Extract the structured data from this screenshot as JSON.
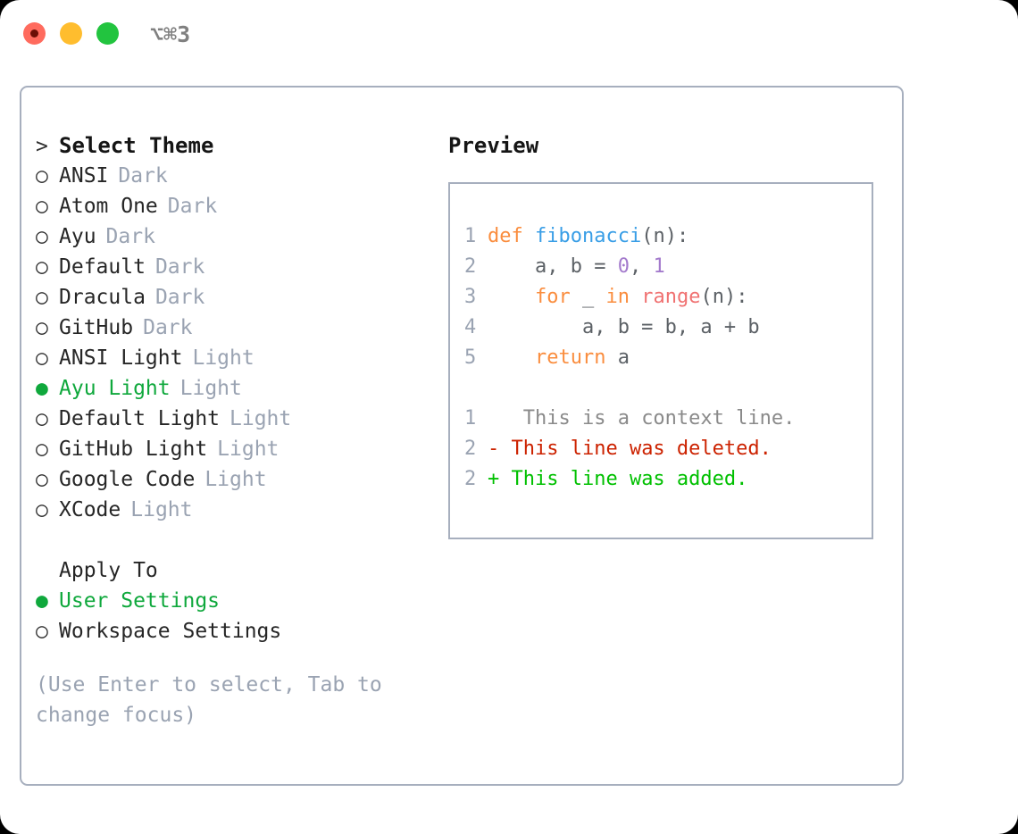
{
  "window": {
    "title": "⌥⌘3",
    "traffic_lights": [
      "close",
      "minimize",
      "maximize"
    ]
  },
  "colors": {
    "accent_green": "#0fa83c",
    "muted": "#9aa3b2",
    "border": "#a7afbe",
    "keyword": "#fa8d3e",
    "function": "#399ee6",
    "number": "#a37acc",
    "call": "#f07171",
    "diff_delete": "#cc2200",
    "diff_add": "#00c000"
  },
  "theme_picker": {
    "heading": "Select Theme",
    "heading_marker": ">",
    "items": [
      {
        "marker": "○",
        "name": "ANSI",
        "tag": "Dark",
        "selected": false
      },
      {
        "marker": "○",
        "name": "Atom One",
        "tag": "Dark",
        "selected": false
      },
      {
        "marker": "○",
        "name": "Ayu",
        "tag": "Dark",
        "selected": false
      },
      {
        "marker": "○",
        "name": "Default",
        "tag": "Dark",
        "selected": false
      },
      {
        "marker": "○",
        "name": "Dracula",
        "tag": "Dark",
        "selected": false
      },
      {
        "marker": "○",
        "name": "GitHub",
        "tag": "Dark",
        "selected": false
      },
      {
        "marker": "○",
        "name": "ANSI Light",
        "tag": "Light",
        "selected": false
      },
      {
        "marker": "●",
        "name": "Ayu Light",
        "tag": "Light",
        "selected": true
      },
      {
        "marker": "○",
        "name": "Default Light",
        "tag": "Light",
        "selected": false
      },
      {
        "marker": "○",
        "name": "GitHub Light",
        "tag": "Light",
        "selected": false
      },
      {
        "marker": "○",
        "name": "Google Code",
        "tag": "Light",
        "selected": false
      },
      {
        "marker": "○",
        "name": "XCode",
        "tag": "Light",
        "selected": false
      }
    ]
  },
  "apply_to": {
    "heading": "Apply To",
    "items": [
      {
        "marker": "●",
        "name": "User Settings",
        "selected": true
      },
      {
        "marker": "○",
        "name": "Workspace Settings",
        "selected": false
      }
    ]
  },
  "hint": "(Use Enter to select, Tab to change focus)",
  "preview": {
    "heading": "Preview",
    "code_lines": [
      {
        "lineno": "1",
        "tokens": [
          {
            "t": "def ",
            "c": "kw"
          },
          {
            "t": "fibonacci",
            "c": "fn"
          },
          {
            "t": "(n):",
            "c": "plain"
          }
        ]
      },
      {
        "lineno": "2",
        "tokens": [
          {
            "t": "    a, b = ",
            "c": "plain"
          },
          {
            "t": "0",
            "c": "num"
          },
          {
            "t": ", ",
            "c": "plain"
          },
          {
            "t": "1",
            "c": "num"
          }
        ]
      },
      {
        "lineno": "3",
        "tokens": [
          {
            "t": "    ",
            "c": "plain"
          },
          {
            "t": "for",
            "c": "kw"
          },
          {
            "t": " _ ",
            "c": "plain"
          },
          {
            "t": "in",
            "c": "kw"
          },
          {
            "t": " ",
            "c": "plain"
          },
          {
            "t": "range",
            "c": "call"
          },
          {
            "t": "(n):",
            "c": "plain"
          }
        ]
      },
      {
        "lineno": "4",
        "tokens": [
          {
            "t": "        a, b = b, a + b",
            "c": "plain"
          }
        ]
      },
      {
        "lineno": "5",
        "tokens": [
          {
            "t": "    ",
            "c": "plain"
          },
          {
            "t": "return",
            "c": "kw"
          },
          {
            "t": " a",
            "c": "plain"
          }
        ]
      }
    ],
    "diff_lines": [
      {
        "lineno": "1",
        "sign": " ",
        "text": "  This is a context line.",
        "kind": "ctx"
      },
      {
        "lineno": "2",
        "sign": "-",
        "text": " This line was deleted.",
        "kind": "del"
      },
      {
        "lineno": "2",
        "sign": "+",
        "text": " This line was added.",
        "kind": "add"
      }
    ]
  }
}
